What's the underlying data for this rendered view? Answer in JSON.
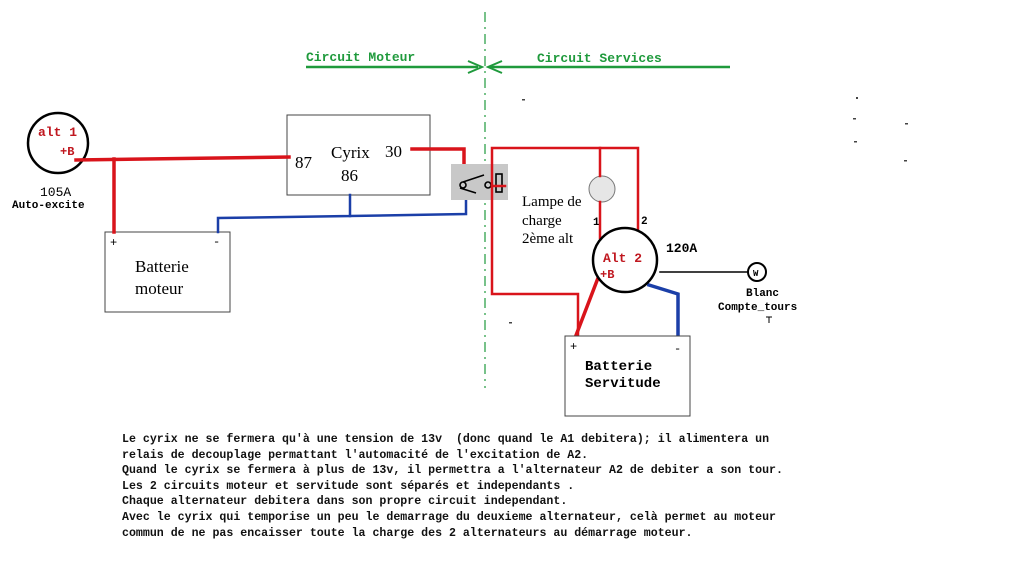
{
  "headers": {
    "moteur": "Circuit Moteur",
    "services": "Circuit Services"
  },
  "alt1": {
    "name": "alt 1",
    "plus": "+B",
    "amps": "105A",
    "note": "Auto-excite"
  },
  "cyrix": {
    "name": "Cyrix",
    "t87": "87",
    "t86": "86",
    "t30": "30"
  },
  "batterie_moteur": {
    "line1": "Batterie",
    "line2": "moteur",
    "plus": "+",
    "minus": "-"
  },
  "lampe": {
    "line1": "Lampe de",
    "line2": "charge",
    "line3": "2ème alt",
    "t1": "1",
    "t2": "2"
  },
  "alt2": {
    "name": "Alt 2",
    "plus": "+B",
    "amps": "120A",
    "w": "W",
    "w_line1": "Blanc",
    "w_line2": "Compte_tours"
  },
  "batterie_servitude": {
    "line1": "Batterie",
    "line2": "Servitude",
    "plus": "+",
    "minus": "-"
  },
  "colors": {
    "positive": "#d9141b",
    "negative": "#1b3fa8",
    "header_green": "#1f9a3c",
    "label_red": "#c0171f"
  },
  "notes": [
    "Le cyrix ne se fermera qu'à une tension de 13v  (donc quand le A1 debitera); il alimentera un",
    "relais de decouplage permattant l'automacité de l'excitation de A2.",
    "Quand le cyrix se fermera à plus de 13v, il permettra a l'alternateur A2 de debiter a son tour.",
    "Les 2 circuits moteur et servitude sont séparés et independants .",
    "Chaque alternateur debitera dans son propre circuit independant.",
    "Avec le cyrix qui temporise un peu le demarrage du deuxieme alternateur, celà permet au moteur",
    "commun de ne pas encaisser toute la charge des 2 alternateurs au démarrage moteur."
  ]
}
